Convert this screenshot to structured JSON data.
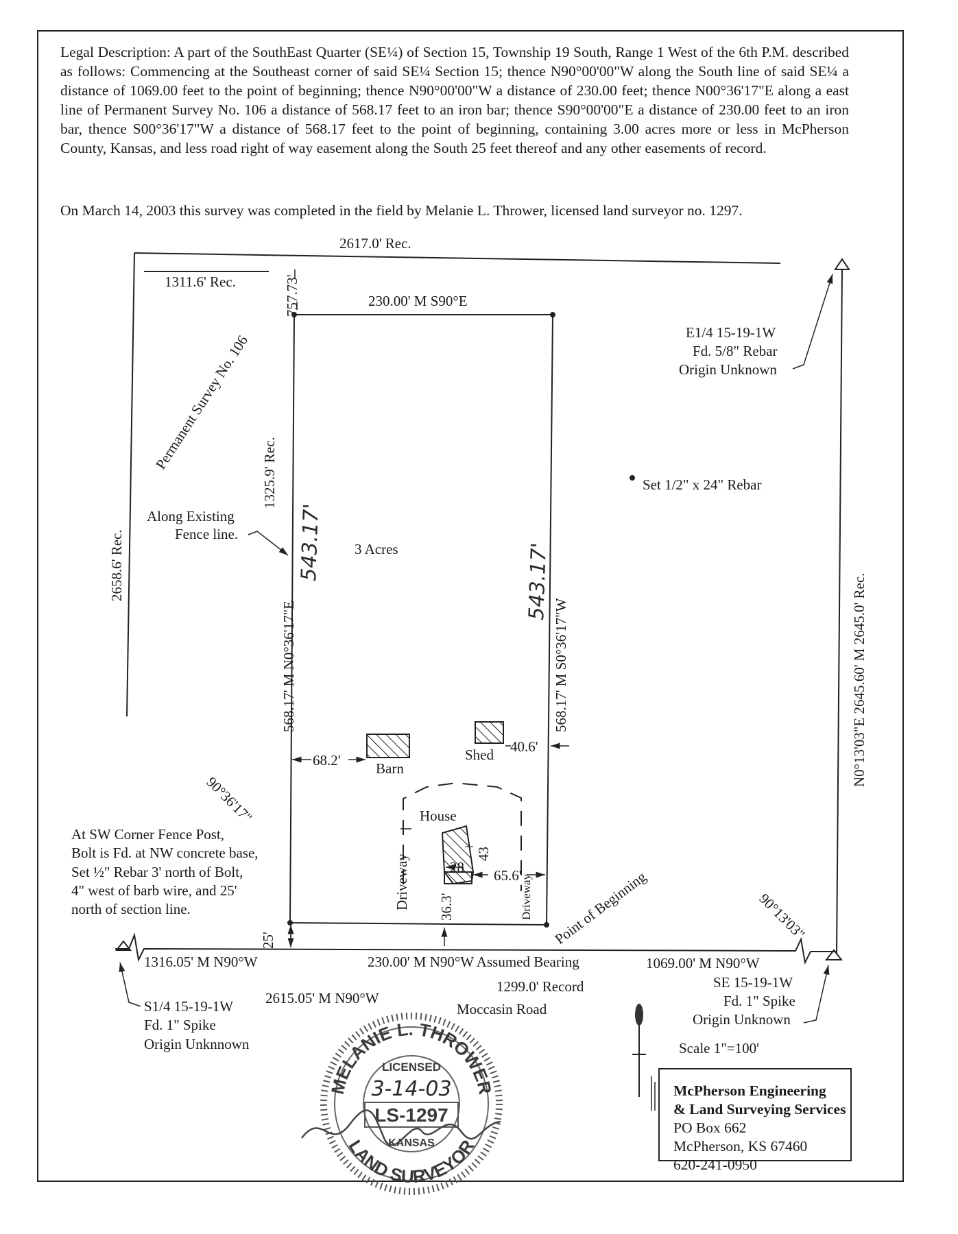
{
  "legal_description": "Legal Description: A part of the SouthEast Quarter (SE¼) of Section 15, Township 19 South, Range 1 West of the 6th P.M. described as follows: Commencing at the Southeast corner of said SE¼ Section 15; thence N90°00'00\"W along the South line of said SE¼ a distance of 1069.00 feet to the point of beginning; thence N90°00'00\"W a distance of 230.00 feet; thence N00°36'17\"E along a east line of Permanent Survey No. 106 a distance of 568.17 feet to an iron bar; thence S90°00'00\"E a distance of 230.00 feet to an iron bar, thence S00°36'17\"W a distance of 568.17 feet to the point of beginning, containing 3.00 acres more or less in McPherson County, Kansas, and less road right of way easement along the South 25 feet thereof and any other easements of record.",
  "survey_statement": "On March 14, 2003 this survey was completed in the field by Melanie L. Thrower, licensed land surveyor no. 1297.",
  "labels": {
    "top_record": "2617.0' Rec.",
    "nw_record": "1311.6' Rec.",
    "nw_dim": "757.73'",
    "north_line": "230.00' M S90°E",
    "perm_survey": "Permanent Survey No. 106",
    "west_record": "1325.9' Rec.",
    "far_west_record": "2658.6' Rec.",
    "fence_line_1": "Along Existing",
    "fence_line_2": "Fence line.",
    "west_hand": "543.17'",
    "east_hand": "543.17'",
    "west_line": "568.17' M N0°36'17\"E",
    "east_line": "568.17' M S0°36'17\"W",
    "acres": "3 Acres",
    "east_quarter_1": "E1/4 15-19-1W",
    "east_quarter_2": "Fd. 5/8\" Rebar",
    "east_quarter_3": "Origin Unknown",
    "rebar_legend": "Set 1/2\" x 24\" Rebar",
    "east_record": "N0°13'03\"E 2645.60' M 2645.0' Rec.",
    "barn": "Barn",
    "shed": "Shed",
    "house": "House",
    "dim_68": "68.2'",
    "dim_40": "40.6'",
    "dim_28": "28",
    "dim_43": "43",
    "dim_65": "65.6'",
    "dim_36": "36.3'",
    "dim_25": "25'",
    "driveway_1": "Driveway",
    "driveway_2": "Driveway",
    "angle_sw": "90°36'17\"",
    "angle_se": "90°13'03\"",
    "sw_note_1": "At SW Corner Fence Post,",
    "sw_note_2": "Bolt is Fd. at NW concrete base,",
    "sw_note_3": "Set ½\" Rebar 3' north of Bolt,",
    "sw_note_4": "4\" west of barb wire, and 25'",
    "sw_note_5": "north of section line.",
    "pob": "Point of Beginning",
    "south_west_dim": "1316.05' M N90°W",
    "south_line": "230.00' M N90°W Assumed Bearing",
    "south_east_dim": "1069.00' M N90°W",
    "record_1299": "1299.0' Record",
    "total_south": "2615.05' M N90°W",
    "road": "Moccasin Road",
    "s_quarter_1": "S1/4 15-19-1W",
    "s_quarter_2": "Fd. 1\" Spike",
    "s_quarter_3": "Origin Unknnown",
    "se_corner_1": "SE 15-19-1W",
    "se_corner_2": "Fd. 1\" Spike",
    "se_corner_3": "Origin Unknown",
    "scale": "Scale 1\"=100'"
  },
  "stamp": {
    "name": "MELANIE L. THROWER",
    "licensed": "LICENSED",
    "date": "3-14-03",
    "number": "LS-1297",
    "state": "KANSAS",
    "title": "LAND SURVEYOR"
  },
  "company": {
    "name_1": "McPherson Engineering",
    "name_2": "& Land Surveying Services",
    "po_box": "PO Box 662",
    "city": "McPherson, KS  67460",
    "phone": "620-241-0950"
  }
}
